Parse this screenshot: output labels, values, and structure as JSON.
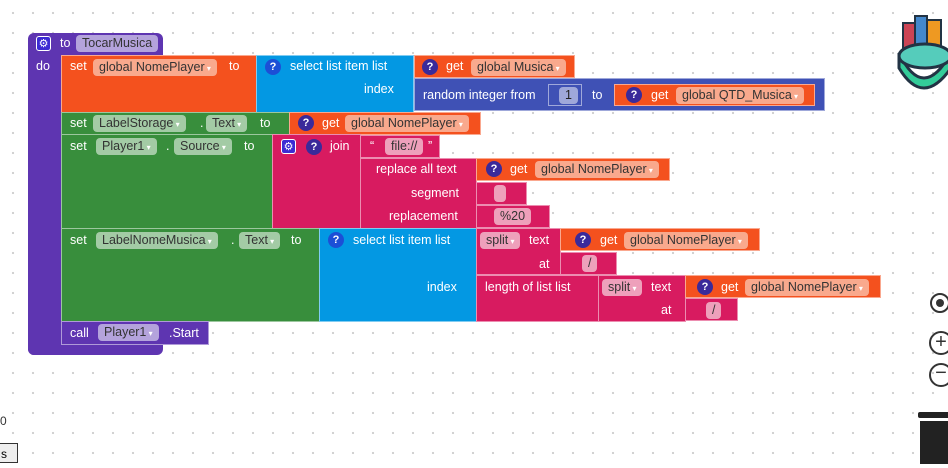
{
  "procedure": {
    "to": "to",
    "name": "TocarMusica",
    "do": "do"
  },
  "stmt1": {
    "set": "set",
    "var": "global NomePlayer",
    "to": "to",
    "select": "select list item  list",
    "index": "index",
    "get": "get",
    "list_var": "global Musica",
    "random": "random integer from",
    "from": "1",
    "to2": "to",
    "max_var": "global QTD_Musica"
  },
  "stmt2": {
    "set": "set",
    "component": "LabelStorage",
    "prop": "Text",
    "to": "to",
    "get": "get",
    "var": "global NomePlayer"
  },
  "stmt3": {
    "set": "set",
    "component": "Player1",
    "prop": "Source",
    "to": "to",
    "join": "join",
    "text1": "file://",
    "replace": "replace all text",
    "segment": "segment",
    "replacement": "replacement",
    "get": "get",
    "var": "global NomePlayer",
    "seg_val": " ",
    "rep_val": "%20"
  },
  "stmt4": {
    "set": "set",
    "component": "LabelNomeMusica",
    "prop": "Text",
    "to": "to",
    "select": "select list item  list",
    "index": "index",
    "split": "split",
    "text": "text",
    "at": "at",
    "get": "get",
    "var": "global NomePlayer",
    "sep": "/",
    "length": "length of list  list"
  },
  "stmt5": {
    "call": "call",
    "component": "Player1",
    "method": ".Start"
  },
  "misc": {
    "dot": ".",
    "quote_open": "“",
    "quote_close": "”",
    "q": "?",
    "side_value": "0",
    "side_button": "s"
  }
}
